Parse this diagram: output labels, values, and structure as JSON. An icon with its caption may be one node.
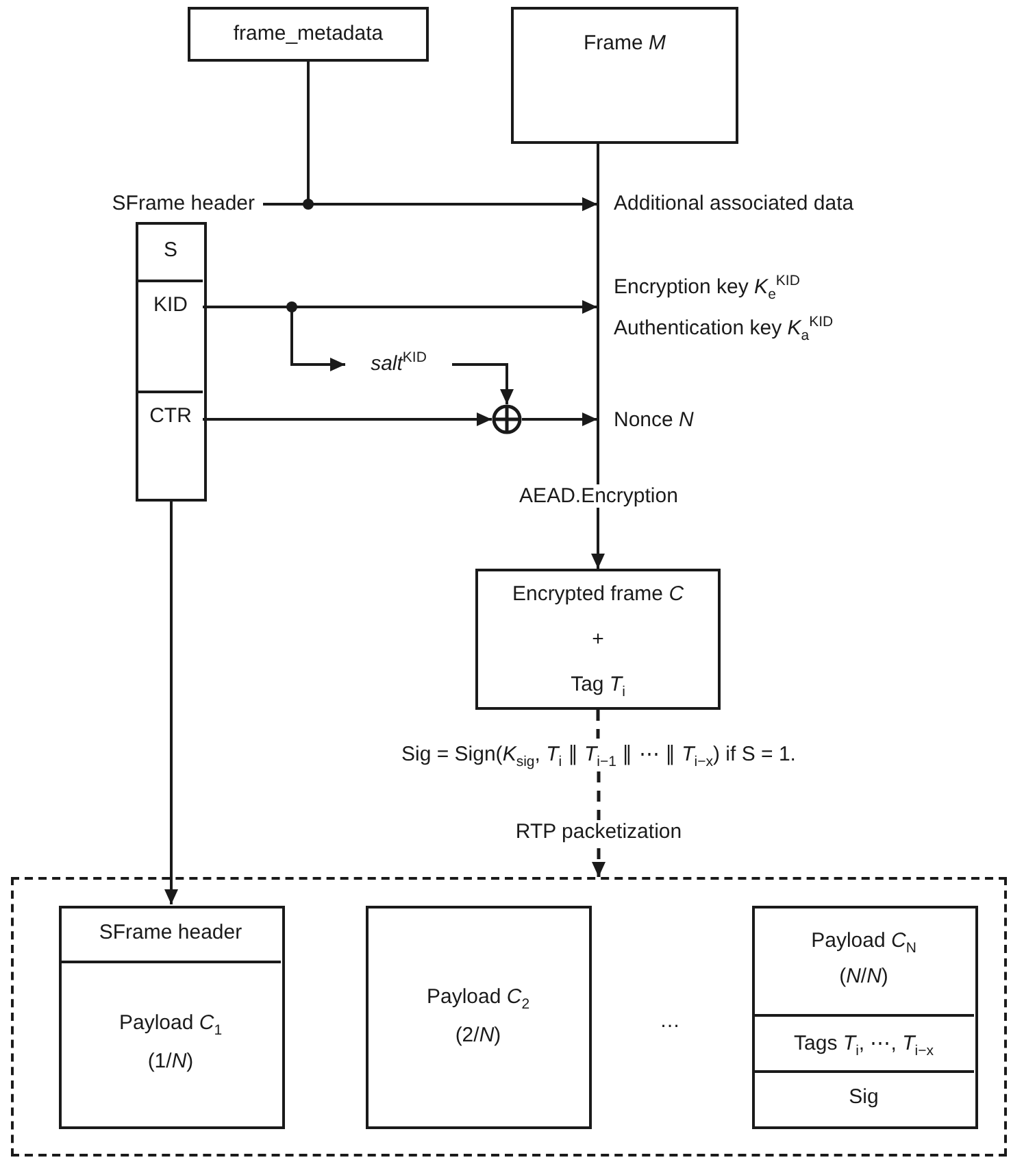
{
  "diagram": {
    "nodes": [
      {
        "text": [
          "frame_metadata"
        ]
      },
      {
        "text": [
          "Frame *M*"
        ]
      },
      {
        "text": [
          "SFrame header"
        ]
      },
      {
        "text": [],
        "shape": "box"
      },
      {
        "text": [
          "S"
        ],
        "in": 3
      },
      {
        "text": [
          "KID"
        ],
        "in": 3
      },
      {
        "text": [
          "CTR"
        ],
        "in": 3
      },
      {
        "text": [
          "Additional associated data"
        ]
      },
      {
        "text": [
          "Encryption key *K*$_{e}$$^{KID}$",
          "Authentication key *K*$_{a}$$^{KID}$"
        ]
      },
      {
        "text": [
          "*salt*$^{KID}$"
        ]
      },
      {
        "text": [],
        "shape": "circle"
      },
      {
        "text": [
          "Nonce *N*"
        ]
      },
      {
        "text": [
          "Encrypted frame *C*",
          "+",
          "Tag *T*$_{i}$"
        ]
      },
      {
        "text": [
          "Sig = Sign(*K*$_{sig}$, *T*$_{i}$ ∥ *T*$_{i−1}$ ∥ ⋯ ∥ *T*$_{i−x}$) if S = 1."
        ]
      },
      {
        "text": [],
        "shape": "box"
      },
      {
        "text": [],
        "shape": "box",
        "in": 14
      },
      {
        "text": [
          "SFrame header"
        ],
        "in": 15
      },
      {
        "text": [
          "Payload *C*$_{1}$",
          "(1/*N*)"
        ],
        "in": 15
      },
      {
        "text": [
          "Payload *C*$_{2}$",
          "(2/*N*)"
        ],
        "in": 14
      },
      {
        "text": [],
        "shape": "box",
        "in": 14
      },
      {
        "text": [
          "Payload *C*$_{N}$",
          "(*N*/*N*)"
        ],
        "in": 19
      },
      {
        "text": [
          "Tags *T*$_{i}$, ⋯, *T*$_{i−x}$"
        ],
        "in": 19
      },
      {
        "text": [
          "Sig"
        ],
        "in": 19
      }
    ],
    "edges": [
      {
        "from": 0,
        "to": 7,
        "arrow": "to"
      },
      {
        "from": 2,
        "to": 7,
        "arrow": "to"
      },
      {
        "from": 5,
        "to": 8,
        "arrow": "to"
      },
      {
        "from": 5,
        "to": 9,
        "arrow": "to"
      },
      {
        "from": 9,
        "to": 10,
        "arrow": "to"
      },
      {
        "from": 6,
        "to": 10,
        "arrow": "to"
      },
      {
        "from": 10,
        "to": 11,
        "arrow": "to"
      },
      {
        "from": 1,
        "to": 12,
        "arrow": "to",
        "label": "AEAD.Encryption"
      },
      {
        "from": 3,
        "to": 16,
        "arrow": "to"
      },
      {
        "from": 12,
        "to": 13,
        "arrow": "none",
        "style": "dashed"
      },
      {
        "from": 13,
        "to": 14,
        "arrow": "to",
        "style": "dashed",
        "label": "RTP packetization"
      }
    ],
    "labels": [
      "…"
    ]
  }
}
